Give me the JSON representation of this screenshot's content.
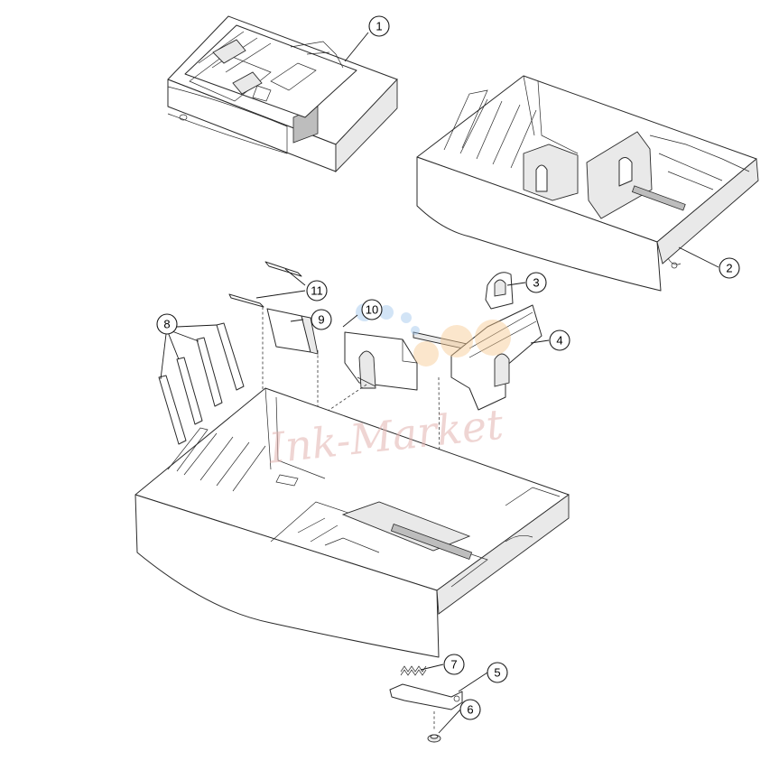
{
  "diagram": {
    "callouts": [
      "1",
      "2",
      "3",
      "4",
      "5",
      "6",
      "7",
      "8",
      "9",
      "10",
      "11"
    ]
  },
  "watermark": {
    "text": "Ink-Market",
    "colors": {
      "blue": "#9cc4ea",
      "orange": "#f6c88e",
      "red": "#e3b3b0"
    }
  }
}
